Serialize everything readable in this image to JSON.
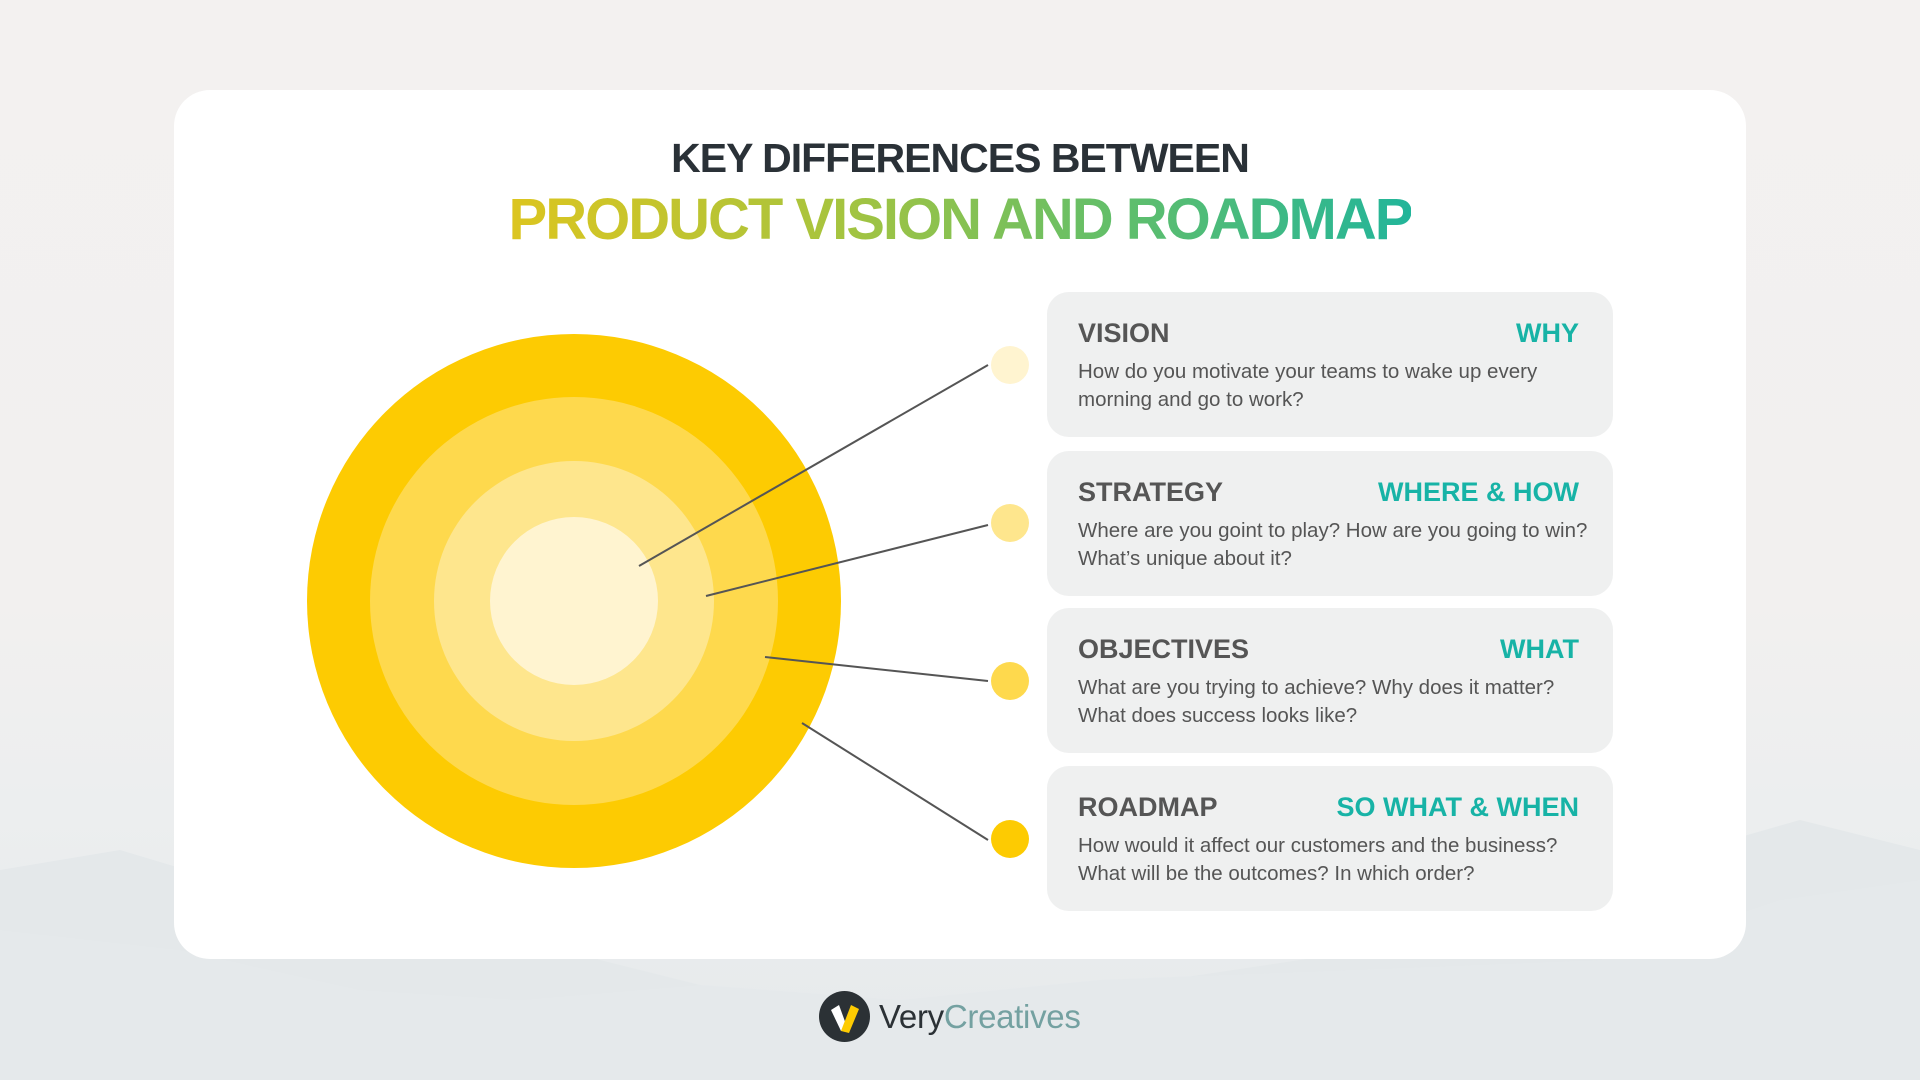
{
  "header": {
    "line1": "KEY DIFFERENCES BETWEEN",
    "line2": "PRODUCT VISION AND ROADMAP"
  },
  "colors": {
    "title_dark": "#2a3137",
    "gradient_start": "#dcc51f",
    "gradient_end": "#22b59a",
    "tag_teal": "#17b3a6",
    "ring_outer": "#fdcb02",
    "ring_2": "#fed94d",
    "ring_3": "#fee68d",
    "ring_inner": "#fff4d0",
    "card_bg": "#eff0f0"
  },
  "diagram": {
    "rings": [
      {
        "name": "roadmap",
        "color": "#fdcb02"
      },
      {
        "name": "objectives",
        "color": "#fed94d"
      },
      {
        "name": "strategy",
        "color": "#fee68d"
      },
      {
        "name": "vision",
        "color": "#fff4d0"
      }
    ]
  },
  "cards": [
    {
      "label": "VISION",
      "tag": "WHY",
      "description": "How do you motivate your teams to wake up every morning and go to work?",
      "dot_color": "#fff4d0"
    },
    {
      "label": "STRATEGY",
      "tag": "WHERE & HOW",
      "description": "Where are you goint to play? How are you going to win? What’s unique about it?",
      "dot_color": "#fee68d"
    },
    {
      "label": "OBJECTIVES",
      "tag": "WHAT",
      "description": "What are you trying to achieve? Why does it matter? What does success looks like?",
      "dot_color": "#fed94d"
    },
    {
      "label": "ROADMAP",
      "tag": "SO WHAT & WHEN",
      "description": "How would it affect our customers and the business? What will be the outcomes? In which order?",
      "dot_color": "#fdcb02"
    }
  ],
  "footer": {
    "brand_part1": "Very",
    "brand_part2": "Creatives",
    "logo_icon": "v-check-logo-icon"
  }
}
